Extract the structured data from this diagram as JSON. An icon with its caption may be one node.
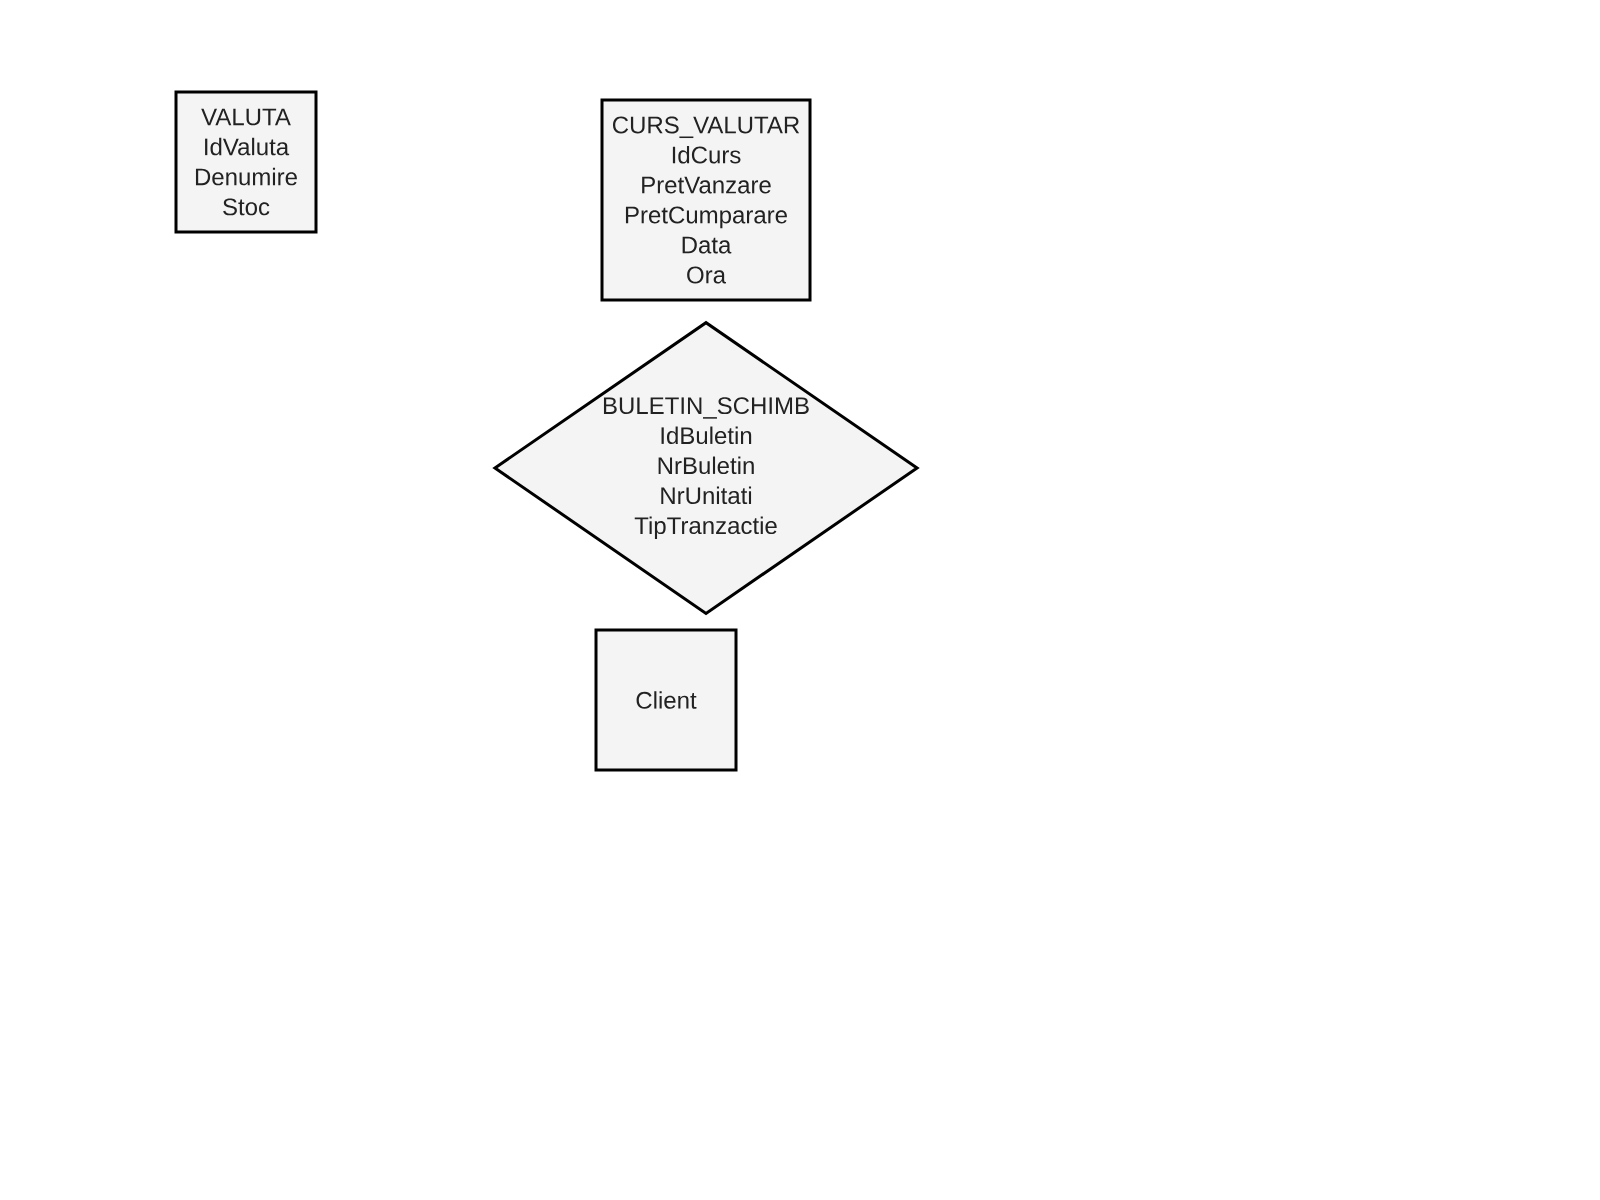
{
  "diagram": {
    "nodes": [
      {
        "text": [
          "VALUTA",
          "IdValuta",
          "Denumire",
          "Stoc"
        ]
      },
      {
        "text": [
          "CURS_VALUTAR",
          "IdCurs",
          "PretVanzare",
          "PretCumparare",
          "Data",
          "Ora"
        ]
      },
      {
        "text": [
          "BULETIN_SCHIMB",
          "IdBuletin",
          "NrBuletin",
          "NrUnitati",
          "TipTranzactie"
        ]
      },
      {
        "text": [
          "Client"
        ]
      }
    ]
  }
}
